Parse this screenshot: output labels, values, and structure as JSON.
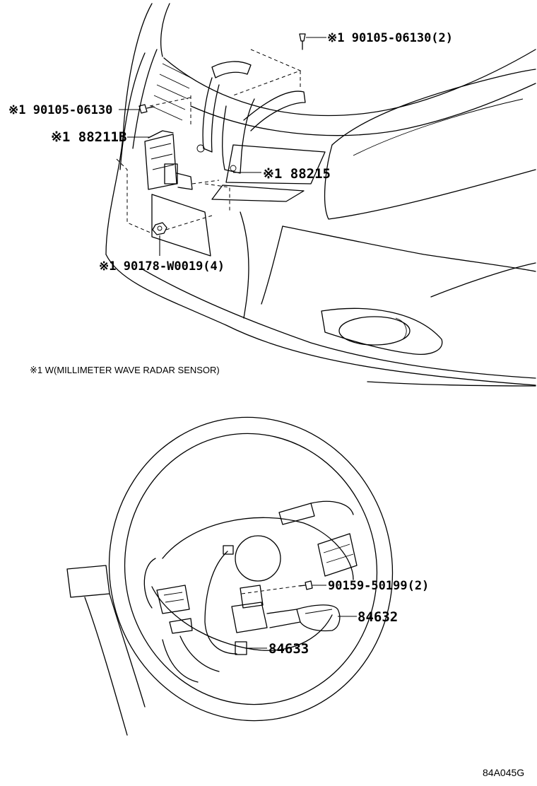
{
  "callouts": {
    "bolt_top": "※1 90105-06130(2)",
    "bolt_left": "※1 90105-06130",
    "bracket": "※1 88211B",
    "sensor": "※1 88215",
    "nut": "※1 90178-W0019(4)",
    "screw_wheel": "90159-50199(2)",
    "switch": "84632",
    "harness": "84633"
  },
  "note": "※1 W(MILLIMETER WAVE RADAR SENSOR)",
  "diagram_code": "84A045G"
}
